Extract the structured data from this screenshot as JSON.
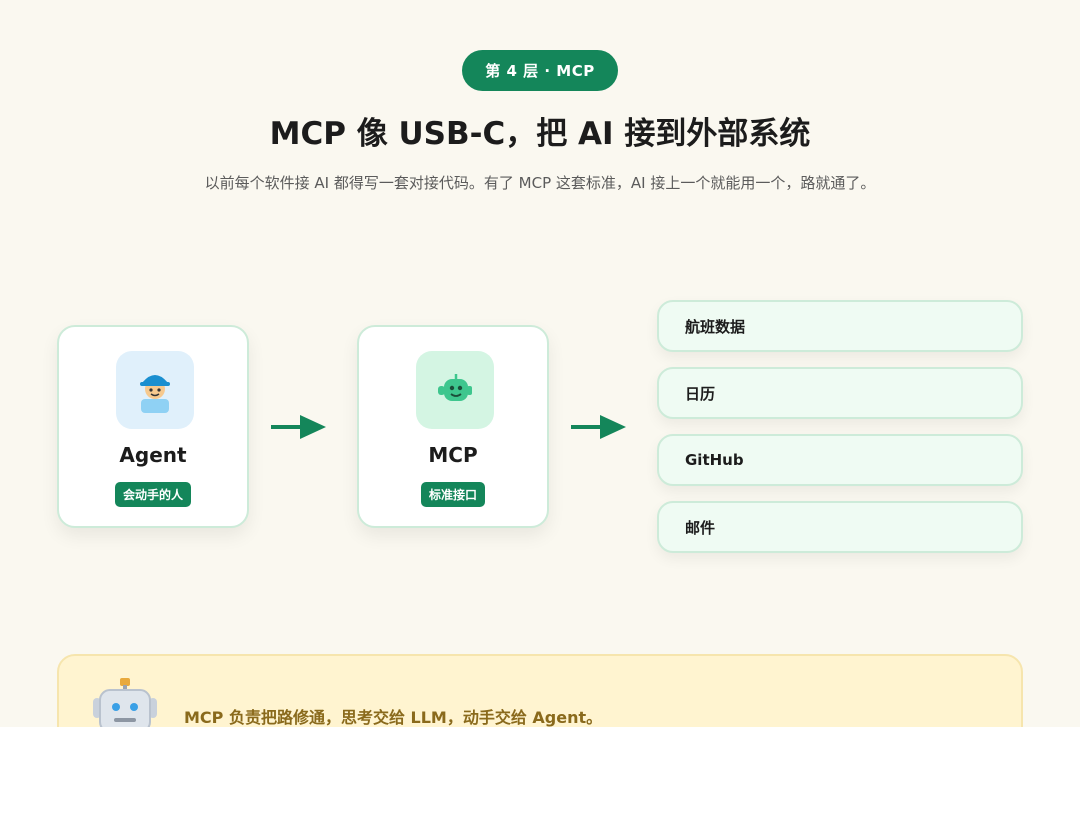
{
  "badge": "第 4 层 · MCP",
  "title": "MCP 像 USB-C，把 AI 接到外部系统",
  "subtitle": "以前每个软件接 AI 都得写一套对接代码。有了 MCP 这套标准，AI 接上一个就能用一个，路就通了。",
  "nodes": [
    {
      "label": "Agent",
      "tag": "会动手的人",
      "icon": "worker-icon"
    },
    {
      "label": "MCP",
      "tag": "标准接口",
      "icon": "robot-icon"
    }
  ],
  "targets": [
    "航班数据",
    "日历",
    "GitHub",
    "邮件"
  ],
  "note": {
    "icon": "robot-icon",
    "text": "MCP 负责把路修通，思考交给 LLM，动手交给 Agent。"
  },
  "colors": {
    "accent": "#14865a",
    "background": "#faf8f0",
    "card_border": "#cdebd9",
    "target_fill": "#effbf3",
    "note_fill": "#fff4d0",
    "note_text": "#8a6a1c"
  }
}
